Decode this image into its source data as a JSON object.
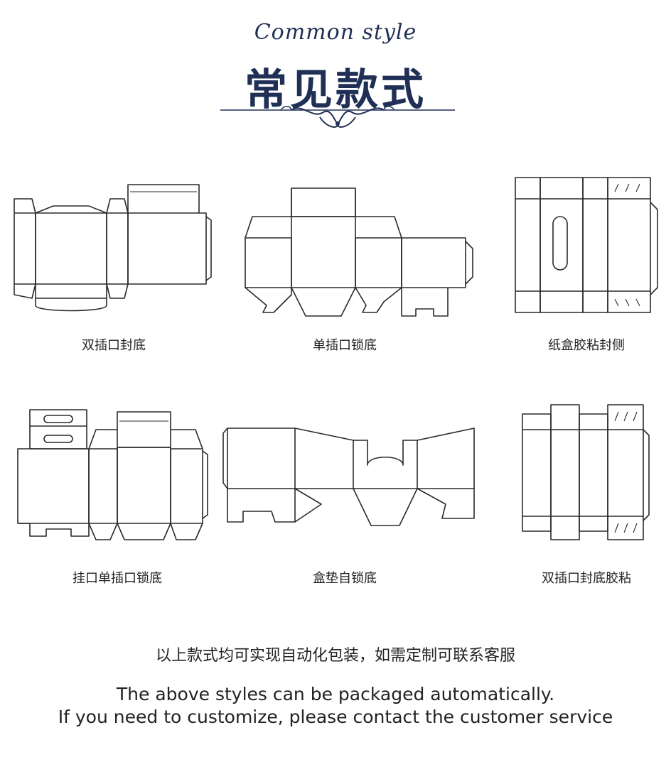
{
  "header": {
    "script_title": "Common style",
    "main_title": "常见款式"
  },
  "styles": [
    {
      "caption": "双插口封底"
    },
    {
      "caption": "单插口锁底"
    },
    {
      "caption": "纸盒胶粘封侧"
    },
    {
      "caption": "挂口单插口锁底"
    },
    {
      "caption": "盒垫自锁底"
    },
    {
      "caption": "双插口封底胶粘"
    }
  ],
  "footer": {
    "cn_note": "以上款式均可实现自动化包装，如需定制可联系客服",
    "en_line1": "The above styles can be packaged automatically.",
    "en_line2": "If you need to customize, please contact the customer service"
  },
  "colors": {
    "title": "#1f2f55",
    "line": "#2a2a2a"
  }
}
